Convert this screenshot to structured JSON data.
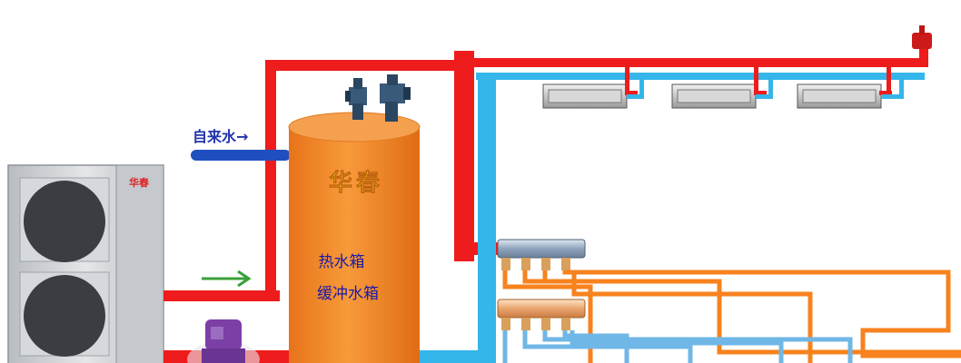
{
  "brand_on_tank": "华春",
  "brand_on_unit": "华春",
  "tap_water_label": "自来水→",
  "tank_label_line1": "热水箱",
  "tank_label_line2": "缓冲水箱",
  "colors": {
    "hot_pipe": "#ee1c1c",
    "cold_pipe": "#35b6ea",
    "tap_pipe": "#1f4fbf",
    "tank": "#f58220",
    "floor_supply": "#f7821e",
    "floor_return": "#6fb7e6",
    "unit_body": "#c9ccd0",
    "fan": "#3a3d42",
    "pump": "#7b3fa6",
    "brand_text": "#f2e51a",
    "tap_label": "#2233aa",
    "arrow": "#3aa03a"
  }
}
